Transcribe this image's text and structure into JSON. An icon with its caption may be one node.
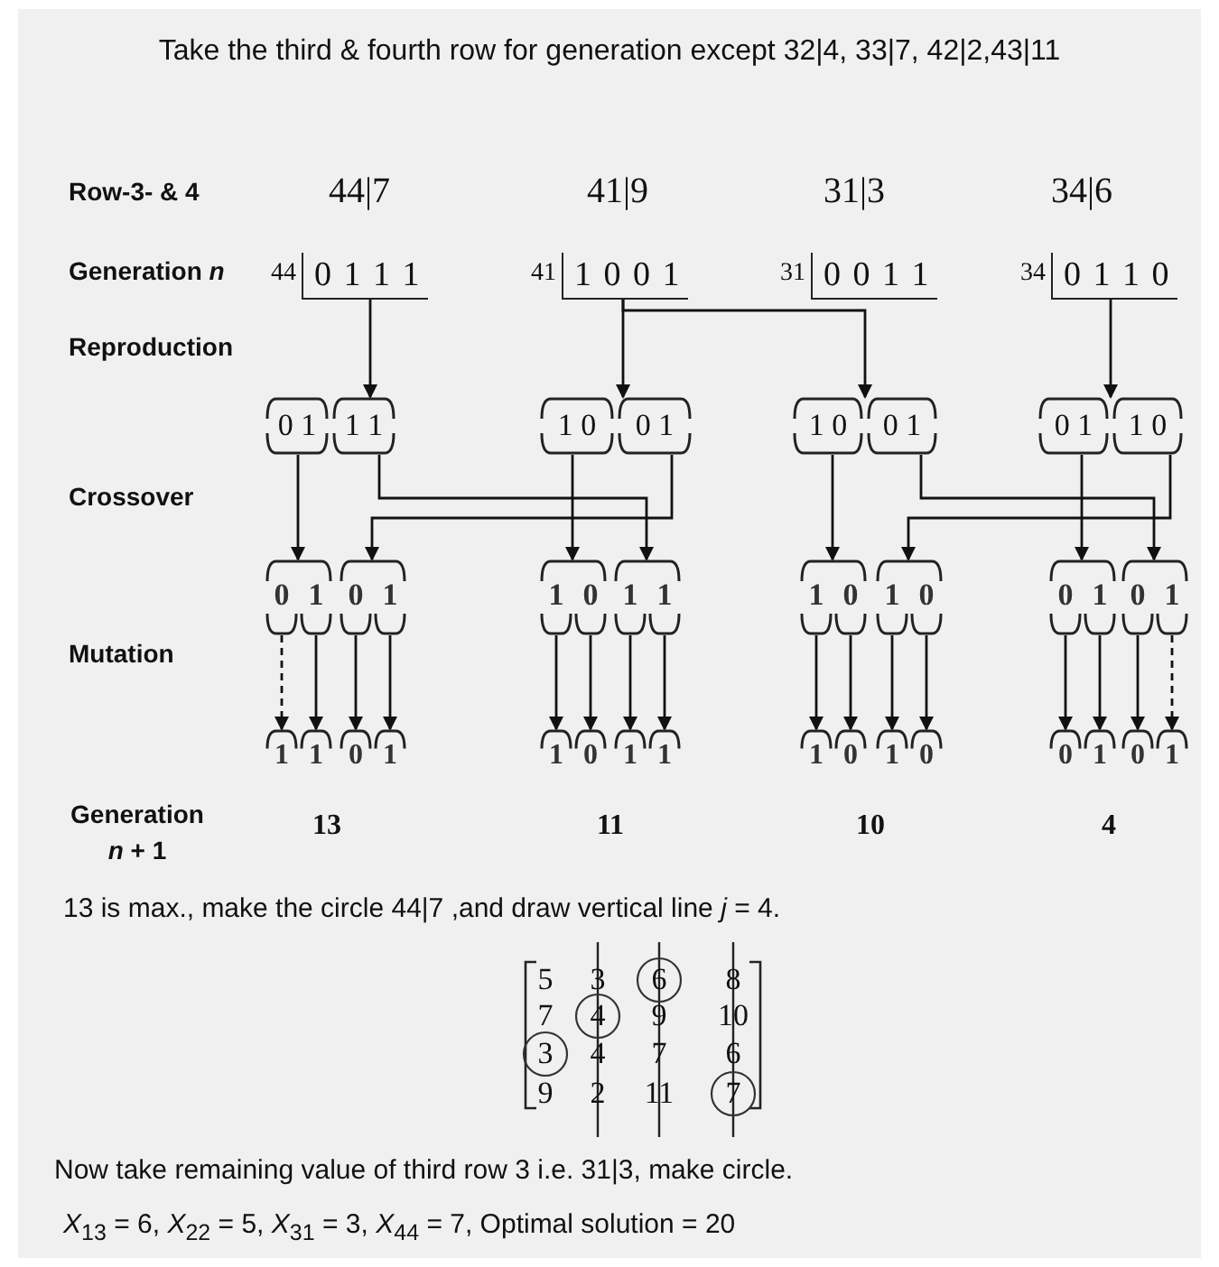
{
  "diagram": {
    "title": "Take the third & fourth row for generation except 32|4, 33|7, 42|2,43|11",
    "nodes": [
      {
        "text": [
          "44",
          "0 1 1 1"
        ]
      },
      {
        "text": [
          "41",
          "1 0 0 1"
        ]
      },
      {
        "text": [
          "31",
          "0 0 1 1"
        ]
      },
      {
        "text": [
          "34",
          "0 1 1 0"
        ]
      },
      {
        "text": [
          "0 1",
          "1 1"
        ]
      },
      {
        "text": [
          "1 0",
          "0 1"
        ]
      },
      {
        "text": [
          "1 0",
          "0 1"
        ]
      },
      {
        "text": [
          "0 1",
          "1 0"
        ]
      },
      {
        "text": [],
        "shape": "bracket"
      },
      {
        "text": [
          "0"
        ],
        "in": 8
      },
      {
        "text": [
          "1"
        ],
        "in": 8
      },
      {
        "text": [],
        "shape": "bracket"
      },
      {
        "text": [
          "0"
        ],
        "in": 11
      },
      {
        "text": [
          "1"
        ],
        "in": 11
      },
      {
        "text": [],
        "shape": "bracket"
      },
      {
        "text": [
          "1"
        ],
        "in": 14
      },
      {
        "text": [
          "0"
        ],
        "in": 14
      },
      {
        "text": [],
        "shape": "bracket"
      },
      {
        "text": [
          "1"
        ],
        "in": 17
      },
      {
        "text": [
          "1"
        ],
        "in": 17
      },
      {
        "text": [],
        "shape": "bracket"
      },
      {
        "text": [
          "1"
        ],
        "in": 20
      },
      {
        "text": [
          "0"
        ],
        "in": 20
      },
      {
        "text": [],
        "shape": "bracket"
      },
      {
        "text": [
          "1"
        ],
        "in": 23
      },
      {
        "text": [
          "0"
        ],
        "in": 23
      },
      {
        "text": [],
        "shape": "bracket"
      },
      {
        "text": [
          "0"
        ],
        "in": 26
      },
      {
        "text": [
          "1"
        ],
        "in": 26
      },
      {
        "text": [],
        "shape": "bracket"
      },
      {
        "text": [
          "0"
        ],
        "in": 29
      },
      {
        "text": [
          "1"
        ],
        "in": 29
      },
      {
        "text": [
          "1"
        ]
      },
      {
        "text": [
          "1"
        ]
      },
      {
        "text": [
          "0"
        ]
      },
      {
        "text": [
          "1"
        ]
      },
      {
        "text": [
          "1"
        ]
      },
      {
        "text": [
          "0"
        ]
      },
      {
        "text": [
          "1"
        ]
      },
      {
        "text": [
          "1"
        ]
      },
      {
        "text": [
          "1"
        ]
      },
      {
        "text": [
          "0"
        ]
      },
      {
        "text": [
          "1"
        ]
      },
      {
        "text": [
          "0"
        ]
      },
      {
        "text": [
          "0"
        ]
      },
      {
        "text": [
          "1"
        ]
      },
      {
        "text": [
          "0"
        ]
      },
      {
        "text": [
          "1"
        ]
      }
    ],
    "edges": [
      {
        "from": 0,
        "to": 4,
        "arrow": "to"
      },
      {
        "from": 1,
        "to": 5,
        "arrow": "to"
      },
      {
        "from": 1,
        "to": 6,
        "arrow": "to"
      },
      {
        "from": 3,
        "to": 7,
        "arrow": "to"
      },
      {
        "from": 4,
        "to": 8,
        "arrow": "to"
      },
      {
        "from": 4,
        "to": 17,
        "arrow": "to"
      },
      {
        "from": 5,
        "to": 14,
        "arrow": "to"
      },
      {
        "from": 5,
        "to": 11,
        "arrow": "to"
      },
      {
        "from": 6,
        "to": 20,
        "arrow": "to"
      },
      {
        "from": 6,
        "to": 29,
        "arrow": "to"
      },
      {
        "from": 7,
        "to": 26,
        "arrow": "to"
      },
      {
        "from": 7,
        "to": 23,
        "arrow": "to"
      },
      {
        "from": 9,
        "to": 32,
        "arrow": "to",
        "style": "dashed"
      },
      {
        "from": 10,
        "to": 33,
        "arrow": "to"
      },
      {
        "from": 12,
        "to": 34,
        "arrow": "to"
      },
      {
        "from": 13,
        "to": 35,
        "arrow": "to"
      },
      {
        "from": 15,
        "to": 36,
        "arrow": "to"
      },
      {
        "from": 16,
        "to": 37,
        "arrow": "to"
      },
      {
        "from": 18,
        "to": 38,
        "arrow": "to"
      },
      {
        "from": 19,
        "to": 39,
        "arrow": "to"
      },
      {
        "from": 21,
        "to": 40,
        "arrow": "to"
      },
      {
        "from": 22,
        "to": 41,
        "arrow": "to"
      },
      {
        "from": 24,
        "to": 42,
        "arrow": "to"
      },
      {
        "from": 25,
        "to": 43,
        "arrow": "to"
      },
      {
        "from": 27,
        "to": 44,
        "arrow": "to"
      },
      {
        "from": 28,
        "to": 45,
        "arrow": "to"
      },
      {
        "from": 30,
        "to": 46,
        "arrow": "to"
      },
      {
        "from": 31,
        "to": 47,
        "arrow": "to",
        "style": "dashed"
      }
    ],
    "labels": [
      "Row-3- & 4",
      "44|7",
      "41|9",
      "31|3",
      "34|6",
      "Generation *n*",
      "Reproduction",
      "Crossover",
      "Mutation",
      "Generation *n* + 1",
      "13",
      "11",
      "10",
      "4",
      "13 is max., make the circle 44|7 ,and draw vertical line *j* = 4.",
      "5",
      "3",
      "6",
      "8",
      "7",
      "4",
      "9",
      "10",
      "3",
      "4",
      "7",
      "6",
      "9",
      "2",
      "11",
      "7",
      "Now take remaining value of third row 3 i.e. 31|3, make circle.",
      "*X*$_{13}$ = 6, *X*$_{22}$ = 5, *X*$_{31}$ = 3, *X*$_{44}$ = 7, Optimal solution = 20"
    ]
  }
}
